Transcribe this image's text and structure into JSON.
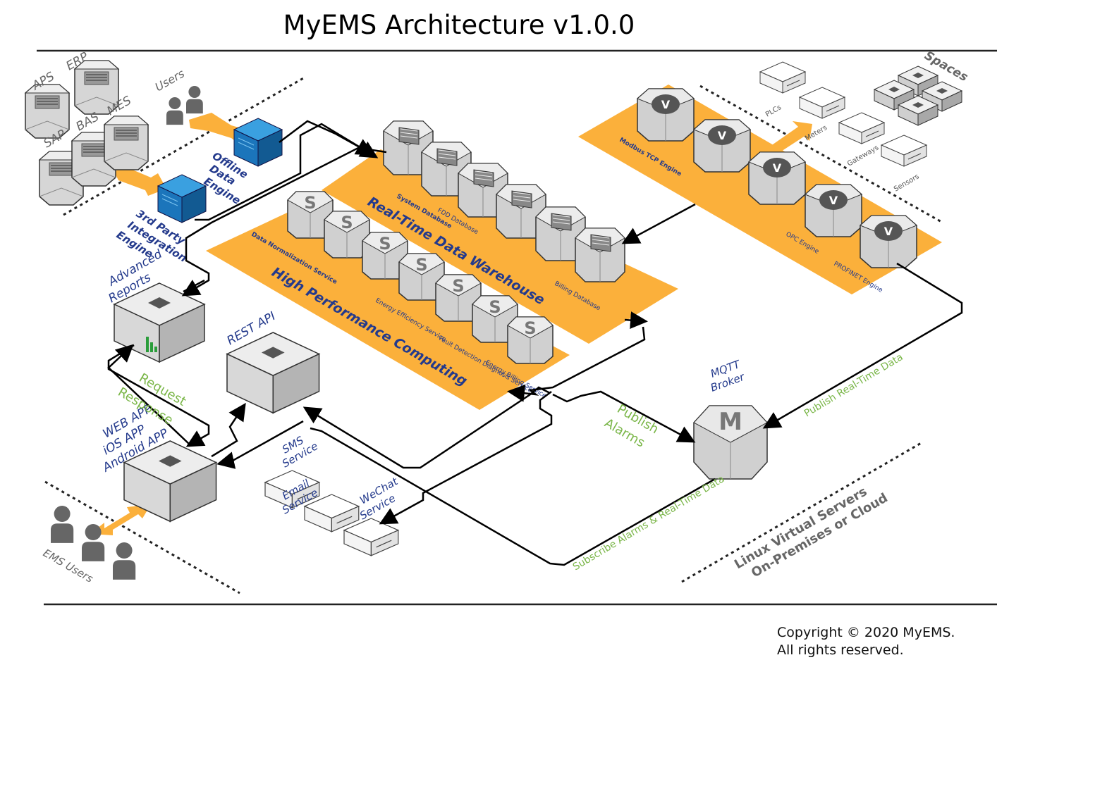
{
  "title": "MyEMS Architecture v1.0.0",
  "copyright": [
    "Copyright © 2020 MyEMS.",
    "All rights reserved."
  ],
  "external_systems": [
    "APS",
    "ERP",
    "SAP",
    "BAS",
    "MES"
  ],
  "users_label": "Users",
  "engines_left": {
    "offline": [
      "Offline",
      "Data",
      "Engine"
    ],
    "third_party": [
      "3rd Party",
      "Integration",
      "Engine"
    ]
  },
  "advanced_reports": [
    "Advanced",
    "Reports"
  ],
  "rest_api": "REST API",
  "web_app": [
    "WEB APP",
    "iOS APP",
    "Android APP"
  ],
  "ems_users": "EMS Users",
  "request": "Request",
  "response": "Response",
  "notification_services": [
    "SMS",
    "Service",
    "Email",
    "Service",
    "WeChat",
    "Service"
  ],
  "warehouse": {
    "title": "Real-Time Data Warehouse",
    "labels": [
      "System Database",
      "FDD Database",
      "Billing Database"
    ]
  },
  "hpc": {
    "title": "High Performance Computing",
    "labels": [
      "Data Normalization Service",
      "Energy Efficiency Service",
      "Fault Detection Diagnosis Service",
      "Energy Billing Service"
    ]
  },
  "acquisition": {
    "labels": [
      "Modbus TCP Engine",
      "OPC Engine",
      "PROFINET Engine"
    ]
  },
  "spaces": "Spaces",
  "devices": [
    "PLCs",
    "Meters",
    "Gateways",
    "Sensors"
  ],
  "mqtt": [
    "MQTT",
    "Broker"
  ],
  "flows": {
    "publish_alarms": [
      "Publish",
      "Alarms"
    ],
    "publish_realtime": "Publish Real-Time Data",
    "subscribe": "Subscribe Alarms & Real-Time Data"
  },
  "deployment": [
    "Linux Virtual Servers",
    "On-Premises or Cloud"
  ],
  "colors": {
    "accent": "#fbb03b",
    "engine_blue": "#1b75bb",
    "device_gray": "#d0d0d0",
    "text_blue": "#243a8c",
    "flow_green": "#7ab648"
  }
}
